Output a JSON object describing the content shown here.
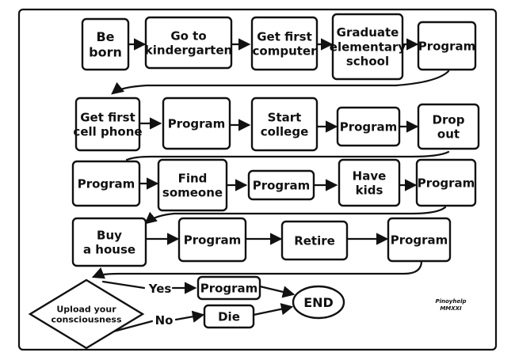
{
  "diagram": {
    "nodes": {
      "be_born": [
        "Be",
        "born"
      ],
      "kindergarten": [
        "Go to",
        "kindergarten"
      ],
      "first_computer": [
        "Get first",
        "computer"
      ],
      "graduate": [
        "Graduate",
        "elementary",
        "school"
      ],
      "program_1": [
        "Program"
      ],
      "cell_phone": [
        "Get first",
        "cell phone"
      ],
      "program_2": [
        "Program"
      ],
      "start_college": [
        "Start",
        "college"
      ],
      "program_3": [
        "Program"
      ],
      "drop_out": [
        "Drop",
        "out"
      ],
      "program_4": [
        "Program"
      ],
      "find_someone": [
        "Find",
        "someone"
      ],
      "program_5": [
        "Program"
      ],
      "have_kids": [
        "Have",
        "kids"
      ],
      "program_6": [
        "Program"
      ],
      "buy_house": [
        "Buy",
        "a house"
      ],
      "program_7": [
        "Program"
      ],
      "retire": [
        "Retire"
      ],
      "program_8": [
        "Program"
      ],
      "upload": [
        "Upload your",
        "consciousness"
      ],
      "program_9": [
        "Program"
      ],
      "die": [
        "Die"
      ],
      "end": [
        "END"
      ]
    },
    "branches": {
      "yes": "Yes",
      "no": "No"
    },
    "signature": [
      "Pinoyhelp",
      "MMXXI"
    ]
  }
}
